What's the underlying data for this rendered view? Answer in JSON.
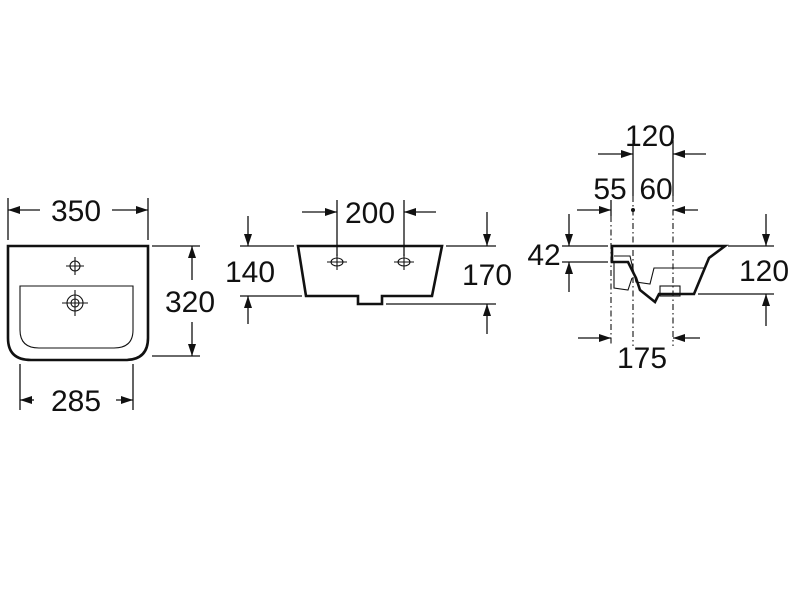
{
  "colors": {
    "line": "#111111",
    "background": "#ffffff"
  },
  "top_view": {
    "width_top": "350",
    "depth": "320",
    "width_bottom": "285"
  },
  "front_view": {
    "tap_spacing": "200",
    "left_height": "140",
    "right_height": "170"
  },
  "side_view": {
    "top_width": "120",
    "offset_left": "55",
    "offset_right": "60",
    "rim_depth": "42",
    "bowl_height": "120",
    "total_depth": "175"
  }
}
